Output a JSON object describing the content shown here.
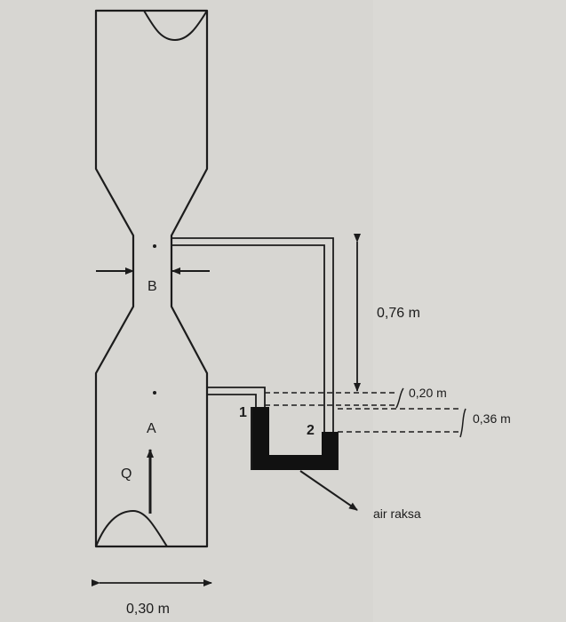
{
  "labels": {
    "point_b": "B",
    "point_a": "A",
    "flow": "Q",
    "tap_1": "1",
    "tap_2": "2",
    "height_076": "0,76 m",
    "height_020": "0,20 m",
    "height_036": "0,36 m",
    "mercury": "air raksa",
    "diameter": "0,30 m"
  },
  "colors": {
    "paper": "#d7d6d2",
    "ink": "#1c1c1c",
    "mercury": "#111111"
  }
}
